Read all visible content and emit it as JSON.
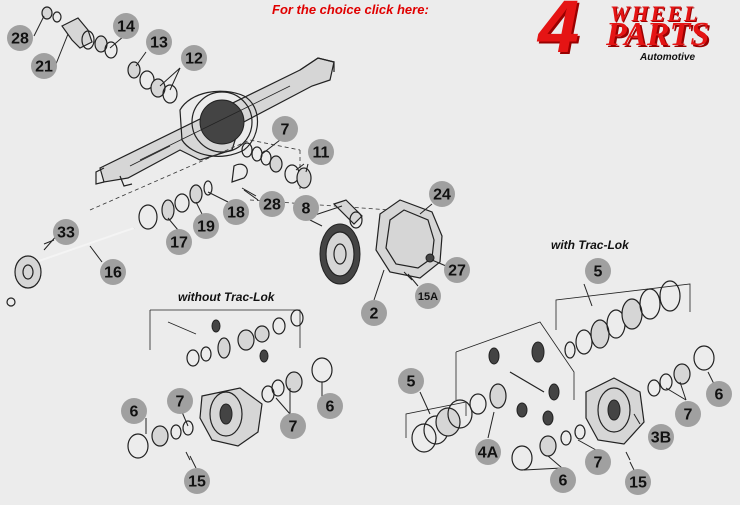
{
  "header": {
    "link_text": "For the choice click here:"
  },
  "logo": {
    "digit": "4",
    "word1": "WHEEL",
    "word2": "PARTS",
    "tagline": "Automotive",
    "brand_color": "#e51414"
  },
  "captions": {
    "with_traclok": "with Trac-Lok",
    "without_traclok": "without Trac-Lok"
  },
  "callouts": [
    {
      "id": "c28a",
      "label": "28"
    },
    {
      "id": "c21",
      "label": "21"
    },
    {
      "id": "c14",
      "label": "14"
    },
    {
      "id": "c13",
      "label": "13"
    },
    {
      "id": "c12",
      "label": "12"
    },
    {
      "id": "c7a",
      "label": "7"
    },
    {
      "id": "c11",
      "label": "11"
    },
    {
      "id": "c24",
      "label": "24"
    },
    {
      "id": "c8",
      "label": "8"
    },
    {
      "id": "c28b",
      "label": "28"
    },
    {
      "id": "c18",
      "label": "18"
    },
    {
      "id": "c19",
      "label": "19"
    },
    {
      "id": "c17",
      "label": "17"
    },
    {
      "id": "c33",
      "label": "33"
    },
    {
      "id": "c16",
      "label": "16"
    },
    {
      "id": "c27",
      "label": "27"
    },
    {
      "id": "c15a",
      "label": "15A"
    },
    {
      "id": "c2",
      "label": "2"
    },
    {
      "id": "c5a",
      "label": "5"
    },
    {
      "id": "c5b",
      "label": "5"
    },
    {
      "id": "c7b",
      "label": "7"
    },
    {
      "id": "c6a",
      "label": "6"
    },
    {
      "id": "c7c",
      "label": "7"
    },
    {
      "id": "c7d",
      "label": "7"
    },
    {
      "id": "c6b",
      "label": "6"
    },
    {
      "id": "c15b",
      "label": "15"
    },
    {
      "id": "c4a",
      "label": "4A"
    },
    {
      "id": "c3b",
      "label": "3B"
    },
    {
      "id": "c7e",
      "label": "7"
    },
    {
      "id": "c6c",
      "label": "6"
    },
    {
      "id": "c7f",
      "label": "7"
    },
    {
      "id": "c6d",
      "label": "6"
    },
    {
      "id": "c15c",
      "label": "15"
    }
  ],
  "colors": {
    "background": "#ececec",
    "callout_fill": "#a0a0a0",
    "link": "#e00000",
    "line_art": "#222222"
  }
}
